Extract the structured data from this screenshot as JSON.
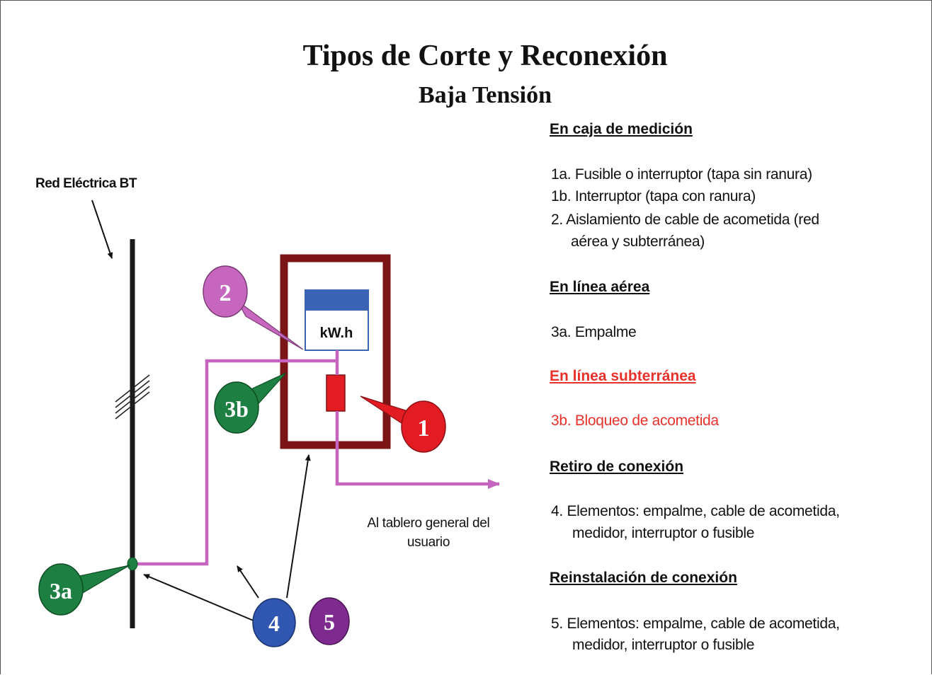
{
  "title": "Tipos de Corte y Reconexión",
  "subtitle": "Baja Tensión",
  "diagram": {
    "network_label": "Red Eléctrica BT",
    "meter_label": "kW.h",
    "output_label": "Al tablero general del usuario",
    "callouts": [
      "1",
      "2",
      "3a",
      "3b",
      "4",
      "5"
    ]
  },
  "sections": [
    {
      "heading": "En caja de medición",
      "items": [
        "1a. Fusible o interruptor (tapa sin ranura)",
        "1b. Interruptor (tapa con ranura)",
        "2. Aislamiento de cable de acometida (red",
        "aérea y subterránea)"
      ]
    },
    {
      "heading": "En línea aérea",
      "items": [
        "3a. Empalme"
      ]
    },
    {
      "heading": "En línea subterránea",
      "items": [
        "3b. Bloqueo de acometida"
      ]
    },
    {
      "heading": "Retiro de conexión",
      "items": [
        "4. Elementos: empalme, cable de acometida,",
        "medidor, interruptor o fusible"
      ]
    },
    {
      "heading": "Reinstalación de conexión",
      "items": [
        "5. Elementos: empalme, cable de acometida,",
        "medidor, interruptor o fusible"
      ]
    }
  ],
  "colors": {
    "box": "#7a1416",
    "wire": "#c565c0",
    "meter": "#3b63b5",
    "callout_1": "#e31b23",
    "callout_2": "#c766bf",
    "callout_3": "#1d8042",
    "callout_4": "#2f56b0",
    "callout_5": "#7f2a8e",
    "highlight": "#e8312a"
  }
}
